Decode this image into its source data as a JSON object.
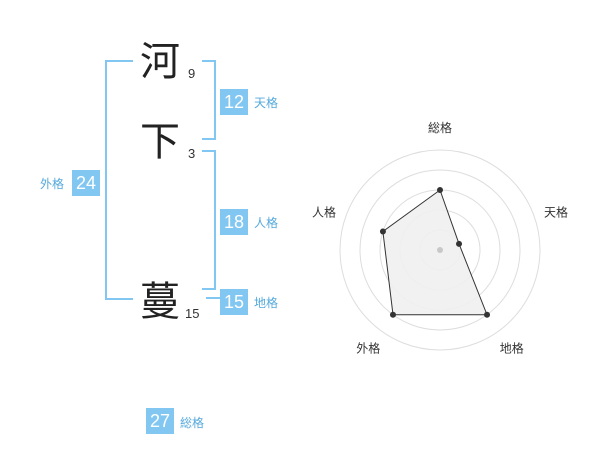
{
  "name": {
    "chars": [
      {
        "char": "河",
        "strokes": "9"
      },
      {
        "char": "下",
        "strokes": "3"
      },
      {
        "char": "蔓",
        "strokes": "15"
      }
    ]
  },
  "fortune": {
    "tenkaku": {
      "value": "12",
      "label": "天格"
    },
    "jinkaku": {
      "value": "18",
      "label": "人格"
    },
    "chikaku": {
      "value": "15",
      "label": "地格"
    },
    "gaikaku": {
      "value": "24",
      "label": "外格"
    },
    "soukaku": {
      "value": "27",
      "label": "総格"
    }
  },
  "chart_data": {
    "type": "radar",
    "axes": [
      "総格",
      "天格",
      "地格",
      "外格",
      "人格"
    ],
    "values": [
      3,
      1,
      4,
      4,
      3
    ],
    "range": [
      0,
      5
    ],
    "rings": 5,
    "colors": {
      "fill": "#f0f0f0",
      "line": "#333333",
      "grid": "#dddddd",
      "point": "#333333",
      "center": "#c8c8c8"
    }
  }
}
